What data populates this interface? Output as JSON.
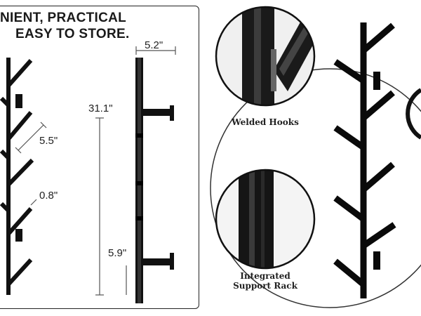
{
  "headline": {
    "line1": "NIENT, PRACTICAL",
    "line2": "EASY TO STORE."
  },
  "dimensions": {
    "width": "5.2\"",
    "height": "31.1\"",
    "branch_spacing": "5.5\"",
    "hook_thickness": "0.8\"",
    "base_offset": "5.9\""
  },
  "callouts": {
    "welded": "Welded Hooks",
    "support_line1": "Integrated",
    "support_line2": "Support Rack"
  },
  "colors": {
    "metal": "#111111",
    "outline": "#222222",
    "dim_line": "#555555"
  }
}
